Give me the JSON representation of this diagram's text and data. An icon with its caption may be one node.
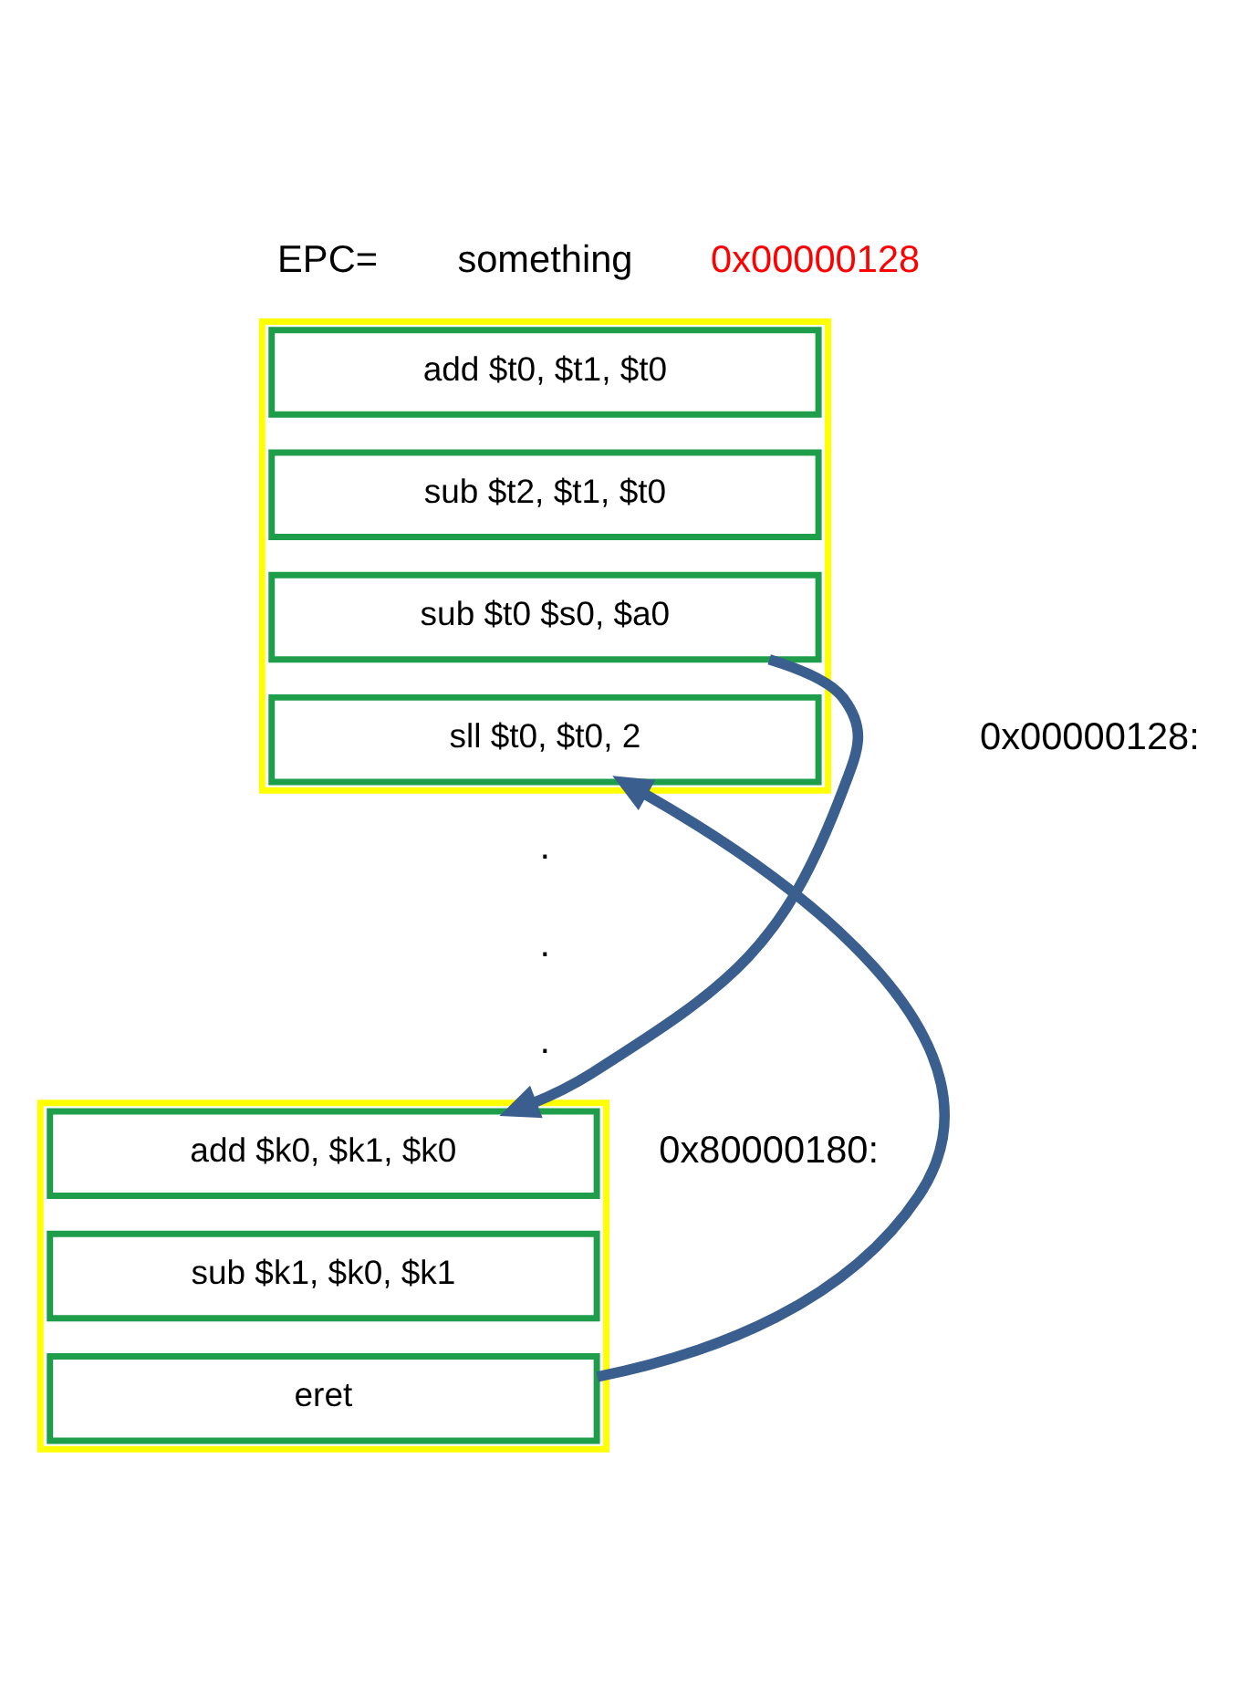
{
  "diagram": {
    "nodes": [
      {
        "text": [],
        "shape": "box"
      },
      {
        "text": [
          "add $t0, $t1, $t0"
        ],
        "in": 0
      },
      {
        "text": [
          "sub $t2, $t1, $t0"
        ],
        "in": 0
      },
      {
        "text": [
          "sub $t0 $s0, $a0"
        ],
        "in": 0
      },
      {
        "text": [
          "sll $t0, $t0, 2"
        ],
        "in": 0
      },
      {
        "text": [],
        "shape": "box"
      },
      {
        "text": [
          "add $k0, $k1, $k0"
        ],
        "in": 5
      },
      {
        "text": [
          "sub $k1, $k0, $k1"
        ],
        "in": 5
      },
      {
        "text": [
          "eret"
        ],
        "in": 5
      }
    ],
    "edges": [
      {
        "from": 3,
        "to": 6,
        "arrow": "to"
      },
      {
        "from": 8,
        "to": 4,
        "arrow": "to"
      }
    ],
    "labels": [
      "EPC=",
      "something",
      "0x00000128",
      "0x00000128:",
      ".",
      ".",
      ".",
      "0x80000180:"
    ]
  }
}
